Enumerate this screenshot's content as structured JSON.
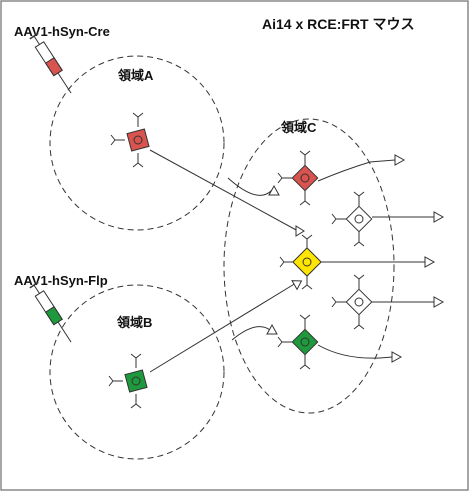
{
  "figure": {
    "title": "Ai14 x RCE:FRT マウス",
    "regions": {
      "a": "領域A",
      "b": "領域B",
      "c": "領域C"
    },
    "injections": {
      "cre": "AAV1-hSyn-Cre",
      "flp": "AAV1-hSyn-Flp"
    }
  },
  "colors": {
    "red": "#d9534f",
    "green": "#1e9a3c",
    "yellow": "#ffe600",
    "white": "#ffffff",
    "stroke": "#333333",
    "dash": "#333333",
    "border": "#888888"
  },
  "icons": {
    "neuron": "diamond-soma-with-dendrites",
    "syringe": "syringe-icon",
    "axon_terminal": "open-triangle-terminal"
  }
}
